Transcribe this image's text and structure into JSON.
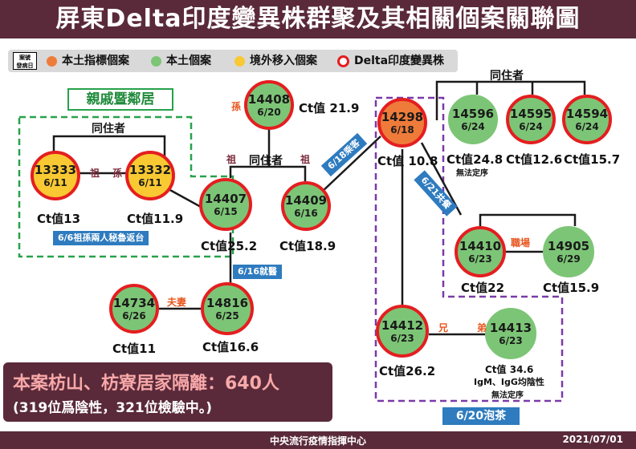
{
  "title": "屏東Delta印度變異株群聚及其相關個案關聯圖",
  "legend": {
    "badge": "案號\n發病日",
    "items": [
      {
        "label": "本土指標個案",
        "color": "#ef7b3a"
      },
      {
        "label": "本土個案",
        "color": "#7cc576"
      },
      {
        "label": "境外移入個案",
        "color": "#f8c932"
      },
      {
        "label": "Delta印度變異株",
        "color": "#e41e20"
      }
    ]
  },
  "groups": {
    "family_title": "親戚暨鄰居",
    "cohab_left": "同住者",
    "cohab_mid": "同住者",
    "cohab_right": "同住者",
    "return_note": "6/6祖孫兩人秘魯返台",
    "tea": "6/20泡茶"
  },
  "cases": [
    {
      "id": "13333",
      "date": "6/11",
      "ct": "Ct值13",
      "type": "yellow"
    },
    {
      "id": "13332",
      "date": "6/11",
      "ct": "Ct值11.9",
      "type": "yellow"
    },
    {
      "id": "14407",
      "date": "6/15",
      "ct": "Ct值25.2",
      "type": "green"
    },
    {
      "id": "14408",
      "date": "6/20",
      "ct": "Ct值 21.9",
      "type": "green"
    },
    {
      "id": "14409",
      "date": "6/16",
      "ct": "Ct值18.9",
      "type": "green"
    },
    {
      "id": "14298",
      "date": "6/18",
      "ct": "Ct值 10.8",
      "type": "orange"
    },
    {
      "id": "14596",
      "date": "6/24",
      "ct": "Ct值24.8",
      "note": "無法定序",
      "type": "green"
    },
    {
      "id": "14595",
      "date": "6/24",
      "ct": "Ct值12.6",
      "type": "green"
    },
    {
      "id": "14594",
      "date": "6/24",
      "ct": "Ct值15.7",
      "type": "green"
    },
    {
      "id": "14410",
      "date": "6/23",
      "ct": "Ct值22",
      "type": "green"
    },
    {
      "id": "14905",
      "date": "6/29",
      "ct": "Ct值15.9",
      "type": "green"
    },
    {
      "id": "14734",
      "date": "6/26",
      "ct": "Ct值11",
      "type": "green"
    },
    {
      "id": "14816",
      "date": "6/25",
      "ct": "Ct值16.6",
      "type": "green"
    },
    {
      "id": "14412",
      "date": "6/23",
      "ct": "Ct值26.2",
      "type": "green"
    },
    {
      "id": "14413",
      "date": "6/23",
      "ct": "Ct值 34.6",
      "note": "IgM、IgG均陰性",
      "note2": "無法定序",
      "type": "green"
    }
  ],
  "relations": {
    "zu_1": "祖",
    "sun_1": "孫",
    "sun_2": "孫",
    "zu_2": "祖",
    "zu_3": "祖",
    "job": "職場",
    "couple": "夫妻",
    "brother": "兄",
    "younger": "弟"
  },
  "events": {
    "ride": "6/18乘客",
    "meal": "6/21共餐",
    "work": "6/16就醫"
  },
  "summary": {
    "main": "本案枋山、枋寮居家隔離：640人",
    "sub": "(319位爲陰性，321位檢驗中。)"
  },
  "footer": {
    "org": "中央流行疫情指揮中心",
    "date": "2021/07/01"
  }
}
